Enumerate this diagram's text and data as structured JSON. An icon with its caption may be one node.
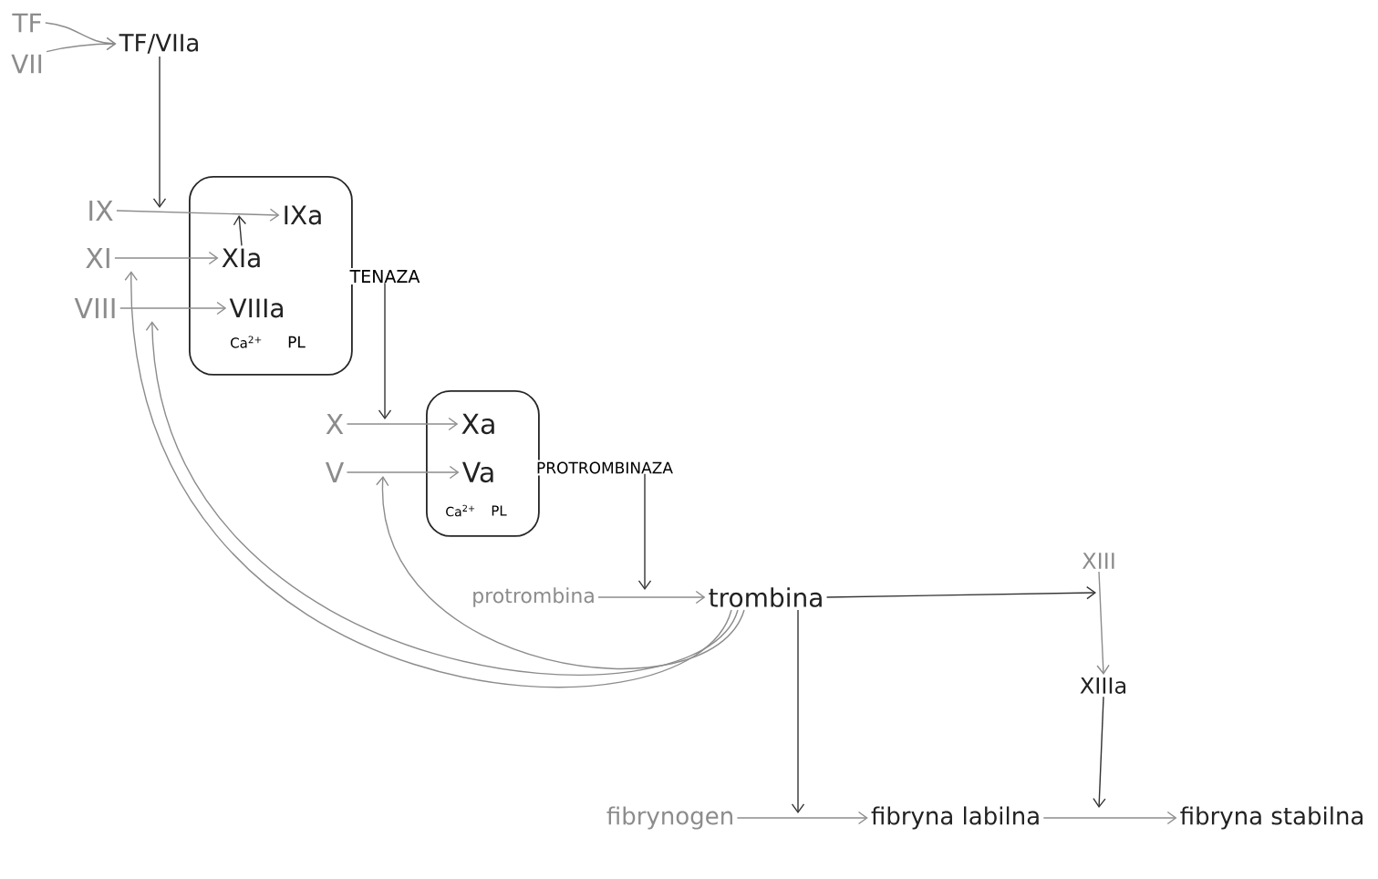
{
  "diagram": {
    "nodes": [
      {
        "text": [
          "TF"
        ]
      },
      {
        "text": [
          "VII"
        ]
      },
      {
        "text": [
          "TF/VIIa"
        ]
      },
      {
        "text": [
          "TENAZA",
          "Ca$^{2+}$",
          "PL"
        ]
      },
      {
        "text": [
          "IX"
        ]
      },
      {
        "text": [
          "IXa"
        ],
        "in": 3
      },
      {
        "text": [
          "XI"
        ]
      },
      {
        "text": [
          "XIa"
        ],
        "in": 3
      },
      {
        "text": [
          "VIII"
        ]
      },
      {
        "text": [
          "VIIIa"
        ],
        "in": 3
      },
      {
        "text": [
          "PROTROMBINAZA",
          "Ca$^{2+}$",
          "PL"
        ]
      },
      {
        "text": [
          "X"
        ]
      },
      {
        "text": [
          "Xa"
        ],
        "in": 10
      },
      {
        "text": [
          "V"
        ]
      },
      {
        "text": [
          "Va"
        ],
        "in": 10
      },
      {
        "text": [
          "protrombina"
        ]
      },
      {
        "text": [
          "trombina"
        ]
      },
      {
        "text": [
          "XIII"
        ]
      },
      {
        "text": [
          "XIIIa"
        ]
      },
      {
        "text": [
          "fibrynogen"
        ]
      },
      {
        "text": [
          "fibryna labilna"
        ]
      },
      {
        "text": [
          "fibryna stabilna"
        ]
      }
    ],
    "edges": [
      {
        "from": 0,
        "to": 2,
        "arrow": "to"
      },
      {
        "from": 1,
        "to": 2,
        "arrow": "to"
      },
      {
        "from": 2,
        "to": null,
        "arrow": "to",
        "color": "#333333"
      },
      {
        "from": 4,
        "to": 5,
        "arrow": "to"
      },
      {
        "from": 7,
        "to": null,
        "arrow": "to",
        "color": "#333333"
      },
      {
        "from": 6,
        "to": 7,
        "arrow": "to"
      },
      {
        "from": 8,
        "to": 9,
        "arrow": "to"
      },
      {
        "from": 3,
        "to": null,
        "arrow": "to",
        "color": "#333333"
      },
      {
        "from": 11,
        "to": 12,
        "arrow": "to"
      },
      {
        "from": 13,
        "to": 14,
        "arrow": "to"
      },
      {
        "from": 10,
        "to": null,
        "arrow": "to",
        "color": "#333333"
      },
      {
        "from": 15,
        "to": 16,
        "arrow": "to"
      },
      {
        "from": 16,
        "to": 17,
        "arrow": "to",
        "color": "#333333"
      },
      {
        "from": 16,
        "to": 6,
        "arrow": "to"
      },
      {
        "from": 16,
        "to": 8,
        "arrow": "to"
      },
      {
        "from": 16,
        "to": null,
        "arrow": "to"
      },
      {
        "from": 17,
        "to": 18,
        "arrow": "to"
      },
      {
        "from": 18,
        "to": null,
        "arrow": "to",
        "color": "#333333"
      },
      {
        "from": 16,
        "to": null,
        "arrow": "to",
        "color": "#333333"
      },
      {
        "from": 19,
        "to": 20,
        "arrow": "to"
      },
      {
        "from": 20,
        "to": 21,
        "arrow": "to"
      }
    ]
  }
}
